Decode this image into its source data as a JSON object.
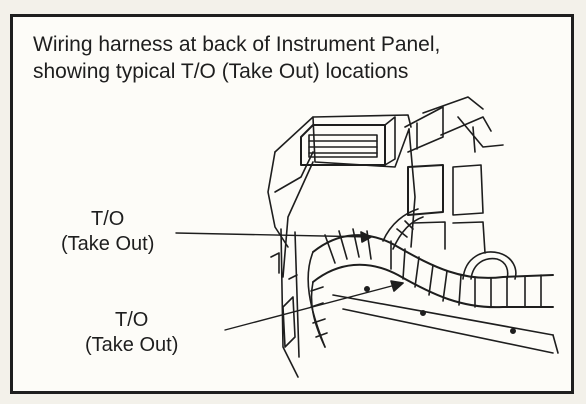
{
  "caption": {
    "line1": "Wiring harness at back of Instrument Panel,",
    "line2": "showing typical T/O (Take Out) locations"
  },
  "callouts": [
    {
      "code": "T/O",
      "label": "(Take Out)"
    },
    {
      "code": "T/O",
      "label": "(Take Out)"
    }
  ],
  "colors": {
    "ink": "#1e1e1e",
    "paper": "#fdfcf8",
    "page_bg": "#f3f1ea",
    "bleed": "#cfcbc1"
  }
}
